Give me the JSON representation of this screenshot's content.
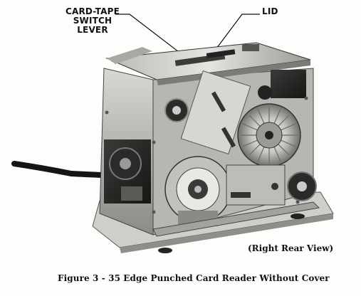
{
  "callouts": {
    "card_tape": [
      "CARD-TAPE",
      "SWITCH",
      "LEVER"
    ],
    "lid": "LID"
  },
  "photo": {
    "subject": "card-reader-mechanism"
  },
  "captions": {
    "view": "(Right Rear View)",
    "figure": "Figure 3 - 35 Edge Punched Card Reader Without Cover"
  }
}
